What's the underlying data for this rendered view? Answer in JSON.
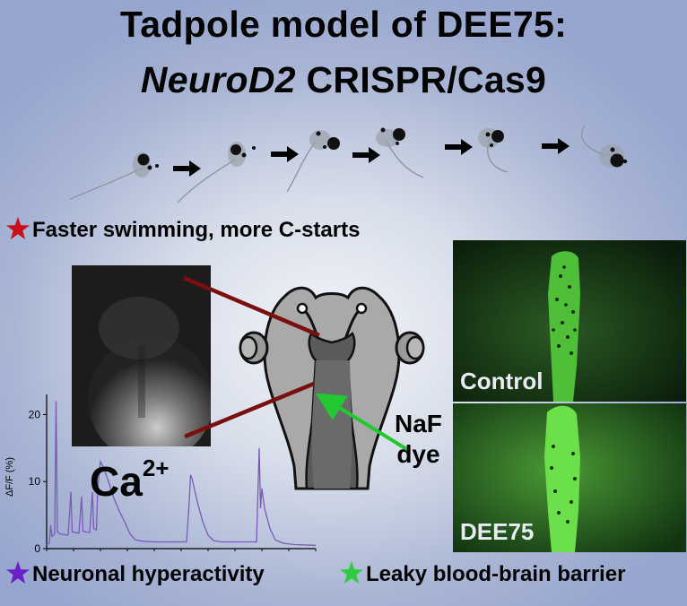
{
  "title": {
    "line1": "Tadpole model of DEE75:",
    "line2_gene": "NeuroD2",
    "line2_rest": " CRISPR/Cas9"
  },
  "captions": {
    "swimming": "Faster swimming, more C-starts",
    "neuronal": "Neuronal hyperactivity",
    "bbb": "Leaky blood-brain barrier"
  },
  "labels": {
    "ca": "Ca",
    "ca_sup": "2+",
    "naf_line1": "NaF",
    "naf_line2": "dye",
    "control": "Control",
    "dee75": "DEE75"
  },
  "colors": {
    "red_star": "#c8101a",
    "purple_star": "#6a1fc9",
    "green_star": "#2ecc40",
    "trace": "#7a5ab8",
    "red_line": "#7a0f0f",
    "green_arrow": "#22c832"
  },
  "chart_data": {
    "type": "line",
    "ylabel": "ΔF/F (%)",
    "yticks": [
      0,
      10,
      20
    ],
    "ylim": [
      0,
      23
    ],
    "xlim": [
      0,
      100
    ],
    "series": [
      {
        "values": [
          [
            0,
            0.6
          ],
          [
            1,
            0.8
          ],
          [
            1.5,
            3.5
          ],
          [
            2,
            1.8
          ],
          [
            3,
            2.2
          ],
          [
            3.5,
            22
          ],
          [
            4,
            2.5
          ],
          [
            5,
            2.2
          ],
          [
            8,
            2.0
          ],
          [
            9,
            8.5
          ],
          [
            9.5,
            2.5
          ],
          [
            12,
            2.3
          ],
          [
            13,
            7.8
          ],
          [
            13.5,
            2.6
          ],
          [
            16,
            2.4
          ],
          [
            17,
            8.4
          ],
          [
            17.5,
            3.0
          ],
          [
            18.5,
            2.8
          ],
          [
            19,
            9
          ],
          [
            20,
            13
          ],
          [
            21,
            12.2
          ],
          [
            23,
            10
          ],
          [
            25,
            7.5
          ],
          [
            27,
            5.6
          ],
          [
            29,
            4.0
          ],
          [
            31,
            2.2
          ],
          [
            33,
            1.3
          ],
          [
            36,
            1.1
          ],
          [
            40,
            1.0
          ],
          [
            45,
            1.0
          ],
          [
            52,
            1.0
          ],
          [
            53,
            7
          ],
          [
            53.5,
            11
          ],
          [
            54,
            10.5
          ],
          [
            56,
            7
          ],
          [
            58,
            4
          ],
          [
            60,
            2
          ],
          [
            62,
            1.2
          ],
          [
            65,
            1.0
          ],
          [
            70,
            1.0
          ],
          [
            75,
            1.0
          ],
          [
            78,
            1.0
          ],
          [
            79,
            15
          ],
          [
            79.5,
            6
          ],
          [
            80,
            9
          ],
          [
            81,
            6
          ],
          [
            83,
            3
          ],
          [
            85,
            1.3
          ],
          [
            88,
            0.8
          ],
          [
            92,
            0.6
          ],
          [
            100,
            0.5
          ]
        ]
      }
    ]
  }
}
